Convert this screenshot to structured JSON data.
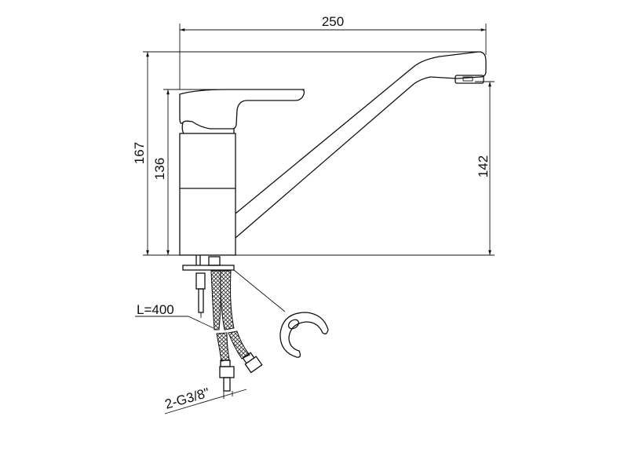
{
  "dimensions": {
    "width": "250",
    "total_height": "167",
    "lever_height": "136",
    "spout_height": "142",
    "hose_length": "L=400",
    "connection": "2-G3/8\""
  },
  "colors": {
    "line": "#111111",
    "background": "#ffffff"
  }
}
